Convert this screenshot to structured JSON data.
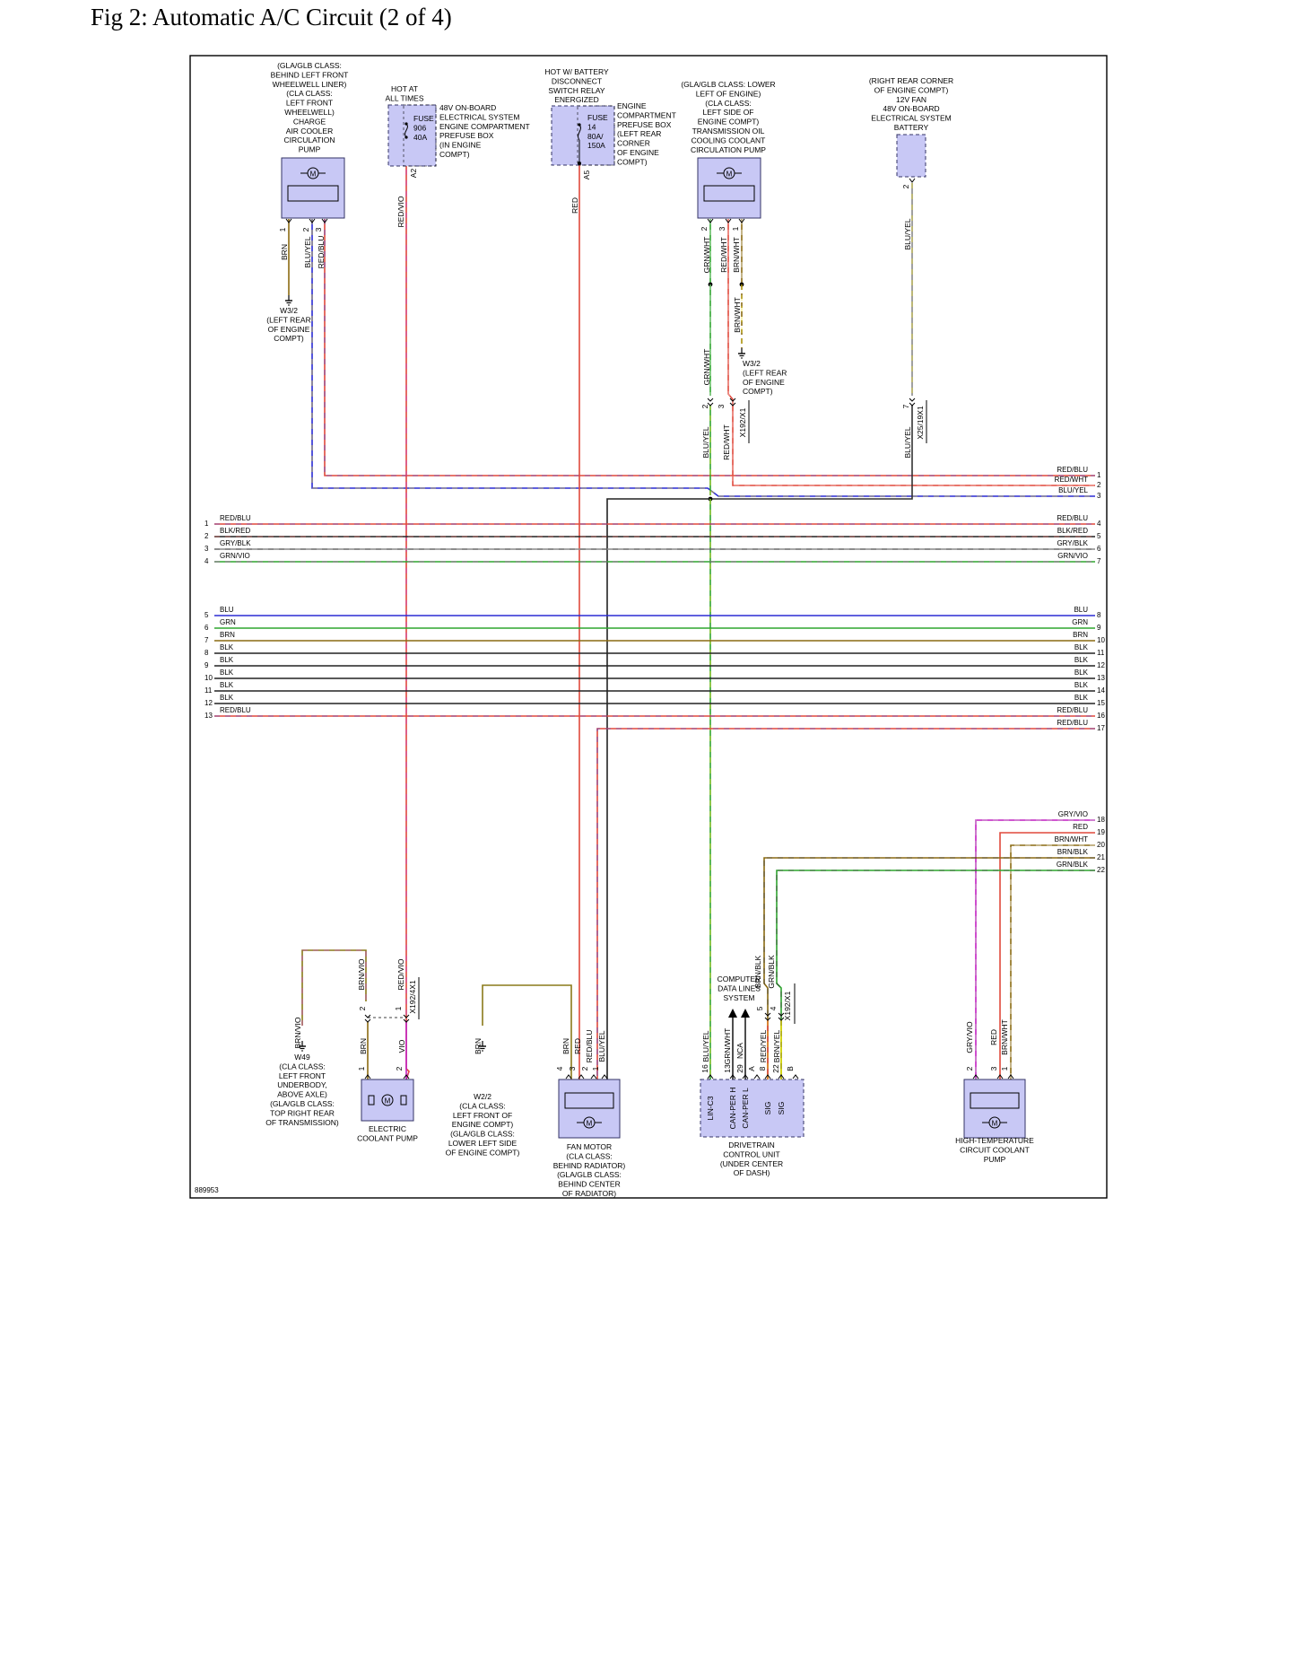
{
  "title": "Fig 2: Automatic A/C Circuit (2 of 4)",
  "figure_id": "889953",
  "colors": {
    "component_fill": "#c8c8f5",
    "component_stroke": "#333366",
    "BRN": "#8a6a12",
    "RED": "#e0493c",
    "BLU": "#2b2bd4",
    "GRN": "#2fa52f",
    "VIO": "#c21fc2",
    "BLK": "#222222",
    "GRY": "#888888",
    "YEL": "#e6d800",
    "WHT": "#ffffff"
  },
  "components": {
    "charge_air_pump": {
      "desc": [
        "(GLA/GLB CLASS:",
        "BEHIND LEFT FRONT",
        "WHEELWELL LINER)",
        "(CLA CLASS:",
        "LEFT FRONT",
        "WHEELWELL)",
        "CHARGE",
        "AIR COOLER",
        "CIRCULATION",
        "PUMP"
      ],
      "pins": [
        "1",
        "2",
        "3"
      ]
    },
    "fuse_906": {
      "hot_label": [
        "HOT AT",
        "ALL TIMES"
      ],
      "fuse_text": [
        "FUSE",
        "906",
        "40A"
      ],
      "box_desc": [
        "48V ON-BOARD",
        "ELECTRICAL SYSTEM",
        "ENGINE COMPARTMENT",
        "PREFUSE BOX",
        "(IN ENGINE",
        "COMPT)"
      ],
      "pin": "A2"
    },
    "fuse_14": {
      "hot_label": [
        "HOT W/ BATTERY",
        "DISCONNECT",
        "SWITCH RELAY",
        "ENERGIZED"
      ],
      "fuse_text": [
        "FUSE",
        "14",
        "80A/",
        "150A"
      ],
      "box_desc": [
        "ENGINE",
        "COMPARTMENT",
        "PREFUSE BOX",
        "(LEFT REAR",
        "CORNER",
        "OF ENGINE",
        "COMPT)"
      ],
      "pin": "A5"
    },
    "trans_oil_pump": {
      "desc": [
        "(GLA/GLB CLASS: LOWER",
        "LEFT OF ENGINE)",
        "(CLA CLASS:",
        "LEFT SIDE OF",
        "ENGINE COMPT)",
        "TRANSMISSION OIL",
        "COOLING COOLANT",
        "CIRCULATION PUMP"
      ],
      "pins": [
        "2",
        "3",
        "1"
      ]
    },
    "battery_12v": {
      "desc": [
        "(RIGHT REAR CORNER",
        "OF ENGINE COMPT)",
        "12V FAN",
        "48V ON-BOARD",
        "ELECTRICAL SYSTEM",
        "BATTERY"
      ],
      "pin": "2"
    },
    "electric_coolant_pump": {
      "desc": [
        "ELECTRIC",
        "COOLANT PUMP"
      ],
      "pins": [
        "1",
        "2"
      ]
    },
    "fan_motor": {
      "desc": [
        "FAN MOTOR",
        "(CLA CLASS:",
        "BEHIND RADIATOR)",
        "(GLA/GLB CLASS:",
        "BEHIND CENTER",
        "OF RADIATOR)"
      ],
      "pins": [
        "4",
        "3",
        "2",
        "1"
      ]
    },
    "drivetrain_cu": {
      "desc": [
        "DRIVETRAIN",
        "CONTROL UNIT",
        "(UNDER CENTER",
        "OF DASH)"
      ],
      "pins": [
        "16",
        "13",
        "29",
        "A",
        "8",
        "22",
        "B"
      ],
      "pin_names": [
        "LIN-C3",
        "CAN-PER H",
        "CAN-PER L",
        "SIG",
        "SIG"
      ],
      "nca": "NCA",
      "data_lines": [
        "COMPUTER",
        "DATA LINES",
        "SYSTEM"
      ]
    },
    "high_temp_pump": {
      "desc": [
        "HIGH-TEMPERATURE",
        "CIRCUIT COOLANT",
        "PUMP"
      ],
      "pins": [
        "2",
        "3",
        "1"
      ]
    }
  },
  "grounds": {
    "w32_top": [
      "W3/2",
      "(LEFT REAR",
      "OF ENGINE",
      "COMPT)"
    ],
    "w32_mid": [
      "W3/2",
      "(LEFT REAR",
      "OF ENGINE",
      "COMPT)"
    ],
    "w49": [
      "W49",
      "(CLA CLASS:",
      "LEFT FRONT",
      "UNDERBODY,",
      "ABOVE AXLE)",
      "(GLA/GLB CLASS:",
      "TOP RIGHT REAR",
      "OF TRANSMISSION)"
    ],
    "w22": [
      "W2/2",
      "(CLA CLASS:",
      "LEFT FRONT OF",
      "ENGINE COMPT)",
      "(GLA/GLB CLASS:",
      "LOWER LEFT SIDE",
      "OF ENGINE COMPT)"
    ]
  },
  "connectors": {
    "c1": "X192/X1",
    "c2": "X25/19X1",
    "c3": "X192/4X1",
    "c4": "X192/X1"
  },
  "wire_labels": {
    "BRN": "BRN",
    "BLU_YEL": "BLU/YEL",
    "RED_BLU": "RED/BLU",
    "RED_VIO": "RED/VIO",
    "RED": "RED",
    "GRN_WHT": "GRN/WHT",
    "RED_WHT": "RED/WHT",
    "BRN_WHT": "BRN/WHT",
    "BRN_VIO": "BRN/VIO",
    "VIO": "VIO",
    "RED_YEL": "RED/YEL",
    "BRN_YEL": "BRN/YEL",
    "GRY_VIO": "GRY/VIO",
    "BRN_BLK": "BRN/BLK",
    "GRN_BLK": "GRN/BLK",
    "BLK_RED": "BLK/RED",
    "GRY_BLK": "GRY/BLK",
    "GRN_VIO": "GRN/VIO",
    "BLU": "BLU",
    "GRN": "GRN",
    "BLK": "BLK"
  },
  "pin_numbers": {
    "p1": "1",
    "p2": "2",
    "p3": "3",
    "p4": "4",
    "p5": "5",
    "p7": "7"
  },
  "right_bus": [
    {
      "num": "1",
      "label": "RED/BLU"
    },
    {
      "num": "2",
      "label": "RED/WHT"
    },
    {
      "num": "3",
      "label": "BLU/YEL"
    },
    {
      "num": "4",
      "label": "RED/BLU"
    },
    {
      "num": "5",
      "label": "BLK/RED"
    },
    {
      "num": "6",
      "label": "GRY/BLK"
    },
    {
      "num": "7",
      "label": "GRN/VIO"
    },
    {
      "num": "8",
      "label": "BLU"
    },
    {
      "num": "9",
      "label": "GRN"
    },
    {
      "num": "10",
      "label": "BRN"
    },
    {
      "num": "11",
      "label": "BLK"
    },
    {
      "num": "12",
      "label": "BLK"
    },
    {
      "num": "13",
      "label": "BLK"
    },
    {
      "num": "14",
      "label": "BLK"
    },
    {
      "num": "15",
      "label": "BLK"
    },
    {
      "num": "16",
      "label": "RED/BLU"
    },
    {
      "num": "17",
      "label": "RED/BLU"
    },
    {
      "num": "18",
      "label": "GRY/VIO"
    },
    {
      "num": "19",
      "label": "RED"
    },
    {
      "num": "20",
      "label": "BRN/WHT"
    },
    {
      "num": "21",
      "label": "BRN/BLK"
    },
    {
      "num": "22",
      "label": "GRN/BLK"
    }
  ],
  "left_bus": [
    {
      "num": "1",
      "label": "RED/BLU"
    },
    {
      "num": "2",
      "label": "BLK/RED"
    },
    {
      "num": "3",
      "label": "GRY/BLK"
    },
    {
      "num": "4",
      "label": "GRN/VIO"
    },
    {
      "num": "5",
      "label": "BLU"
    },
    {
      "num": "6",
      "label": "GRN"
    },
    {
      "num": "7",
      "label": "BRN"
    },
    {
      "num": "8",
      "label": "BLK"
    },
    {
      "num": "9",
      "label": "BLK"
    },
    {
      "num": "10",
      "label": "BLK"
    },
    {
      "num": "11",
      "label": "BLK"
    },
    {
      "num": "12",
      "label": "BLK"
    },
    {
      "num": "13",
      "label": "RED/BLU"
    }
  ]
}
